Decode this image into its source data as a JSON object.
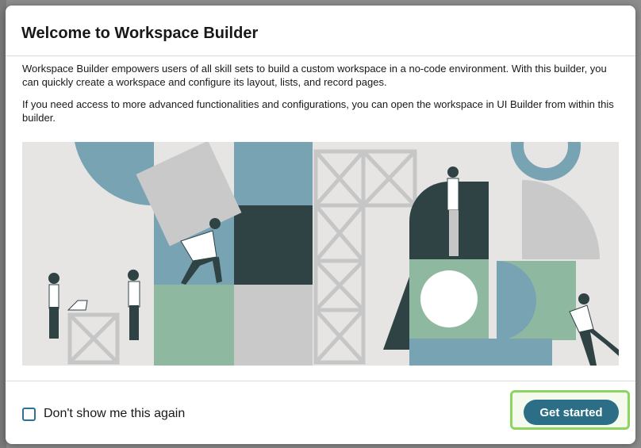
{
  "modal": {
    "title": "Welcome to Workspace Builder",
    "paragraph1": "Workspace Builder empowers users of all skill sets to build a custom workspace in a no-code environment. With this builder, you can quickly create a workspace and configure its layout, lists, and record pages.",
    "paragraph2": "If you need access to more advanced functionalities and configurations, you can open the workspace in UI Builder from within this builder.",
    "illustration": {
      "icon": "people-building-blocks-illustration",
      "colors": {
        "background": "#e6e5e4",
        "steel_blue": "#78a3b2",
        "dark_teal": "#2f4244",
        "sage_green": "#8eb8a0",
        "light_gray": "#c9c9c9",
        "scaffold_gray": "#c6c6c6"
      }
    }
  },
  "footer": {
    "checkbox_label": "Don't show me this again",
    "checkbox_checked": false,
    "primary_button_label": "Get started",
    "colors": {
      "primary_button": "#2c6e85",
      "highlight_border": "#8ed461",
      "checkbox_border": "#2e7297"
    }
  }
}
